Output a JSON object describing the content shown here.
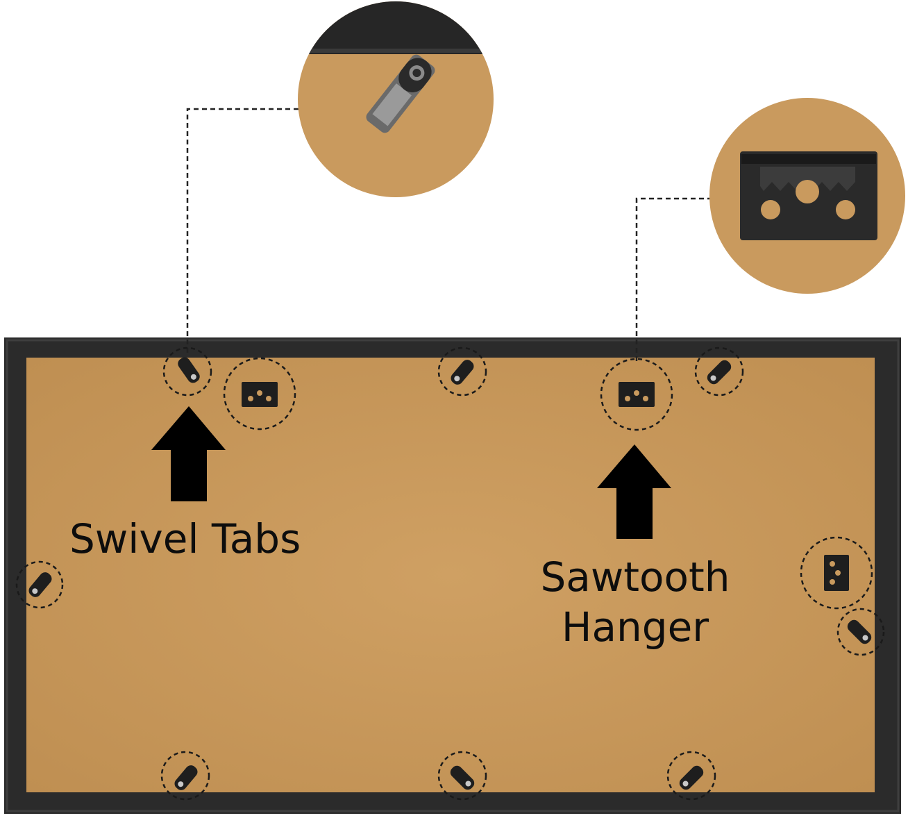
{
  "labels": {
    "swivel_tabs": "Swivel Tabs",
    "sawtooth_line1": "Sawtooth",
    "sawtooth_line2": "Hanger"
  },
  "colors": {
    "frame": "#2b2b2b",
    "frame_highlight": "#3e3e3e",
    "backing": "#c99a5e",
    "backing_dark": "#b98a50",
    "hardware": "#1e1e1e",
    "callout_line": "#222222"
  },
  "icons": [
    "swivel-tab-icon",
    "sawtooth-hanger-icon",
    "up-arrow-icon"
  ]
}
